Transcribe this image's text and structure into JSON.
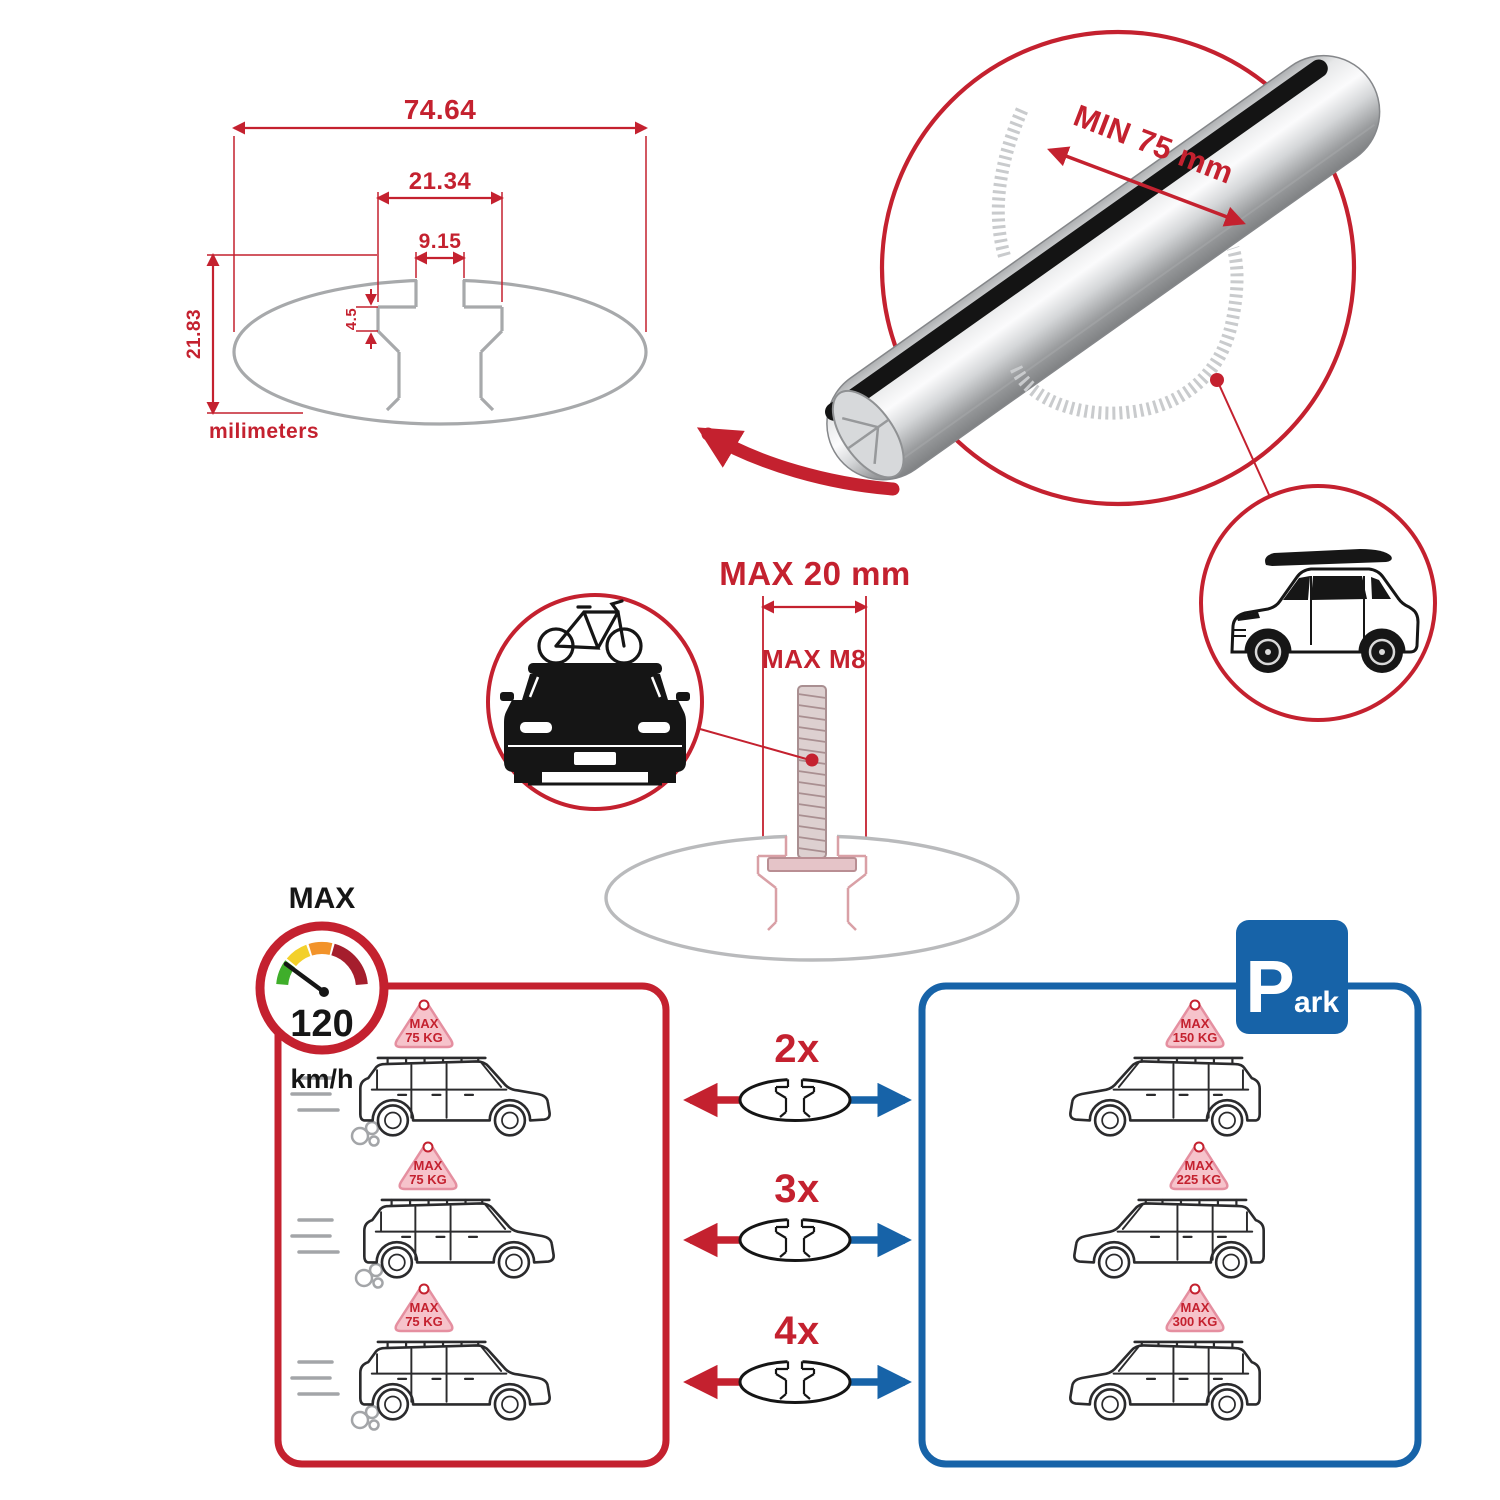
{
  "colors": {
    "accent_red": "#c4212f",
    "accent_blue": "#1763a8",
    "badge_pink": "#f6c3cb",
    "ghost_gray": "#b9babc",
    "aluminum": "#d7d9db"
  },
  "cross_section": {
    "overall_width": "74.64",
    "slot_outer_width": "21.34",
    "slot_opening_width": "9.15",
    "lip_depth": "4.5",
    "overall_height": "21.83",
    "units": "milimeters"
  },
  "bar_callout": {
    "min_span": "MIN 75 mm"
  },
  "bolt_callout": {
    "max_width": "MAX 20 mm",
    "max_thread": "MAX M8"
  },
  "speed_limit": {
    "label": "MAX",
    "value": "120",
    "units": "km/h"
  },
  "park_sign": {
    "letter": "P",
    "rest": "ark"
  },
  "load_table": {
    "multipliers": [
      "2x",
      "3x",
      "4x"
    ],
    "driving_cars": [
      {
        "line1": "MAX",
        "line2": "75 KG"
      },
      {
        "line1": "MAX",
        "line2": "75 KG"
      },
      {
        "line1": "MAX",
        "line2": "75 KG"
      }
    ],
    "parked_cars": [
      {
        "line1": "MAX",
        "line2": "150 KG"
      },
      {
        "line1": "MAX",
        "line2": "225 KG"
      },
      {
        "line1": "MAX",
        "line2": "300 KG"
      }
    ]
  }
}
